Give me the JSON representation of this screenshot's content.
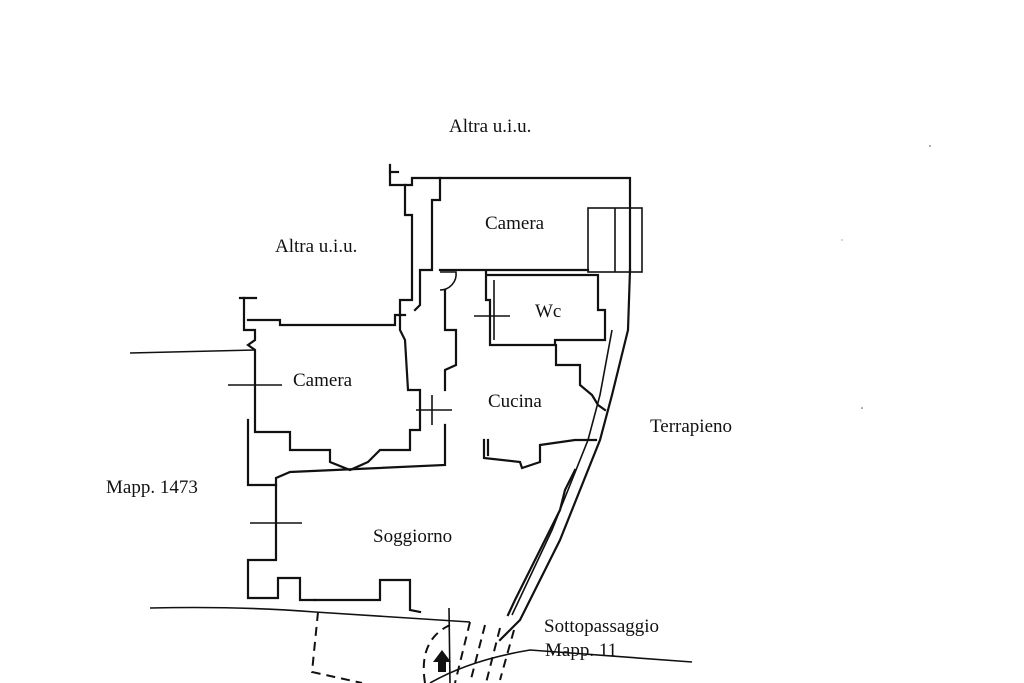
{
  "labels": {
    "altra_top": "Altra u.i.u.",
    "altra_left": "Altra u.i.u.",
    "camera_top": "Camera",
    "wc": "Wc",
    "camera_left": "Camera",
    "cucina": "Cucina",
    "terrapieno": "Terrapieno",
    "mapp_1473": "Mapp. 1473",
    "soggiorno": "Soggiorno",
    "sottopassaggio": "Sottopassaggio",
    "mapp_11": "Mapp. 11"
  }
}
